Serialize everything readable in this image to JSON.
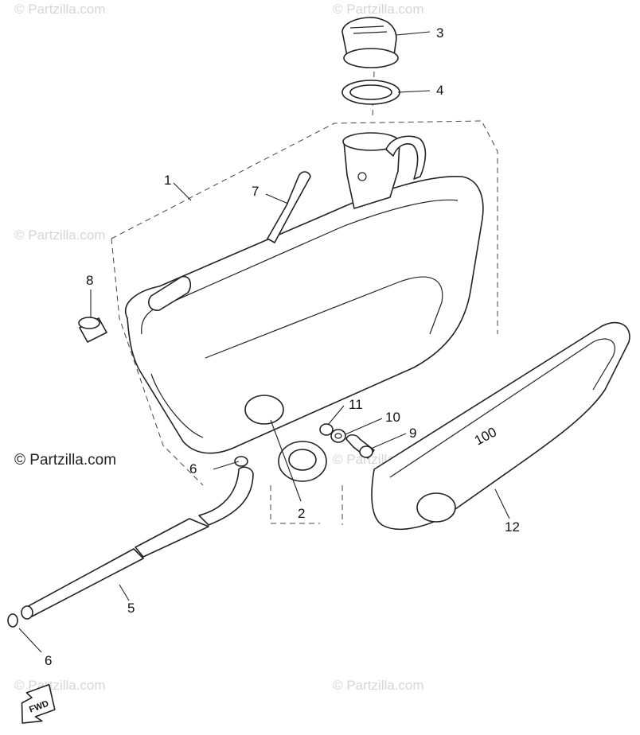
{
  "watermark": {
    "text": "© Partzilla.com",
    "color": "#d6d6d6",
    "strong_color": "#222222"
  },
  "callouts": {
    "p1": "1",
    "p2": "2",
    "p3": "3",
    "p4": "4",
    "p5": "5",
    "p6a": "6",
    "p6b": "6",
    "p7": "7",
    "p8": "8",
    "p9": "9",
    "p10": "10",
    "p11": "11",
    "p12": "12"
  },
  "fwd_label": "FWD",
  "tank_cover_mark": "100"
}
